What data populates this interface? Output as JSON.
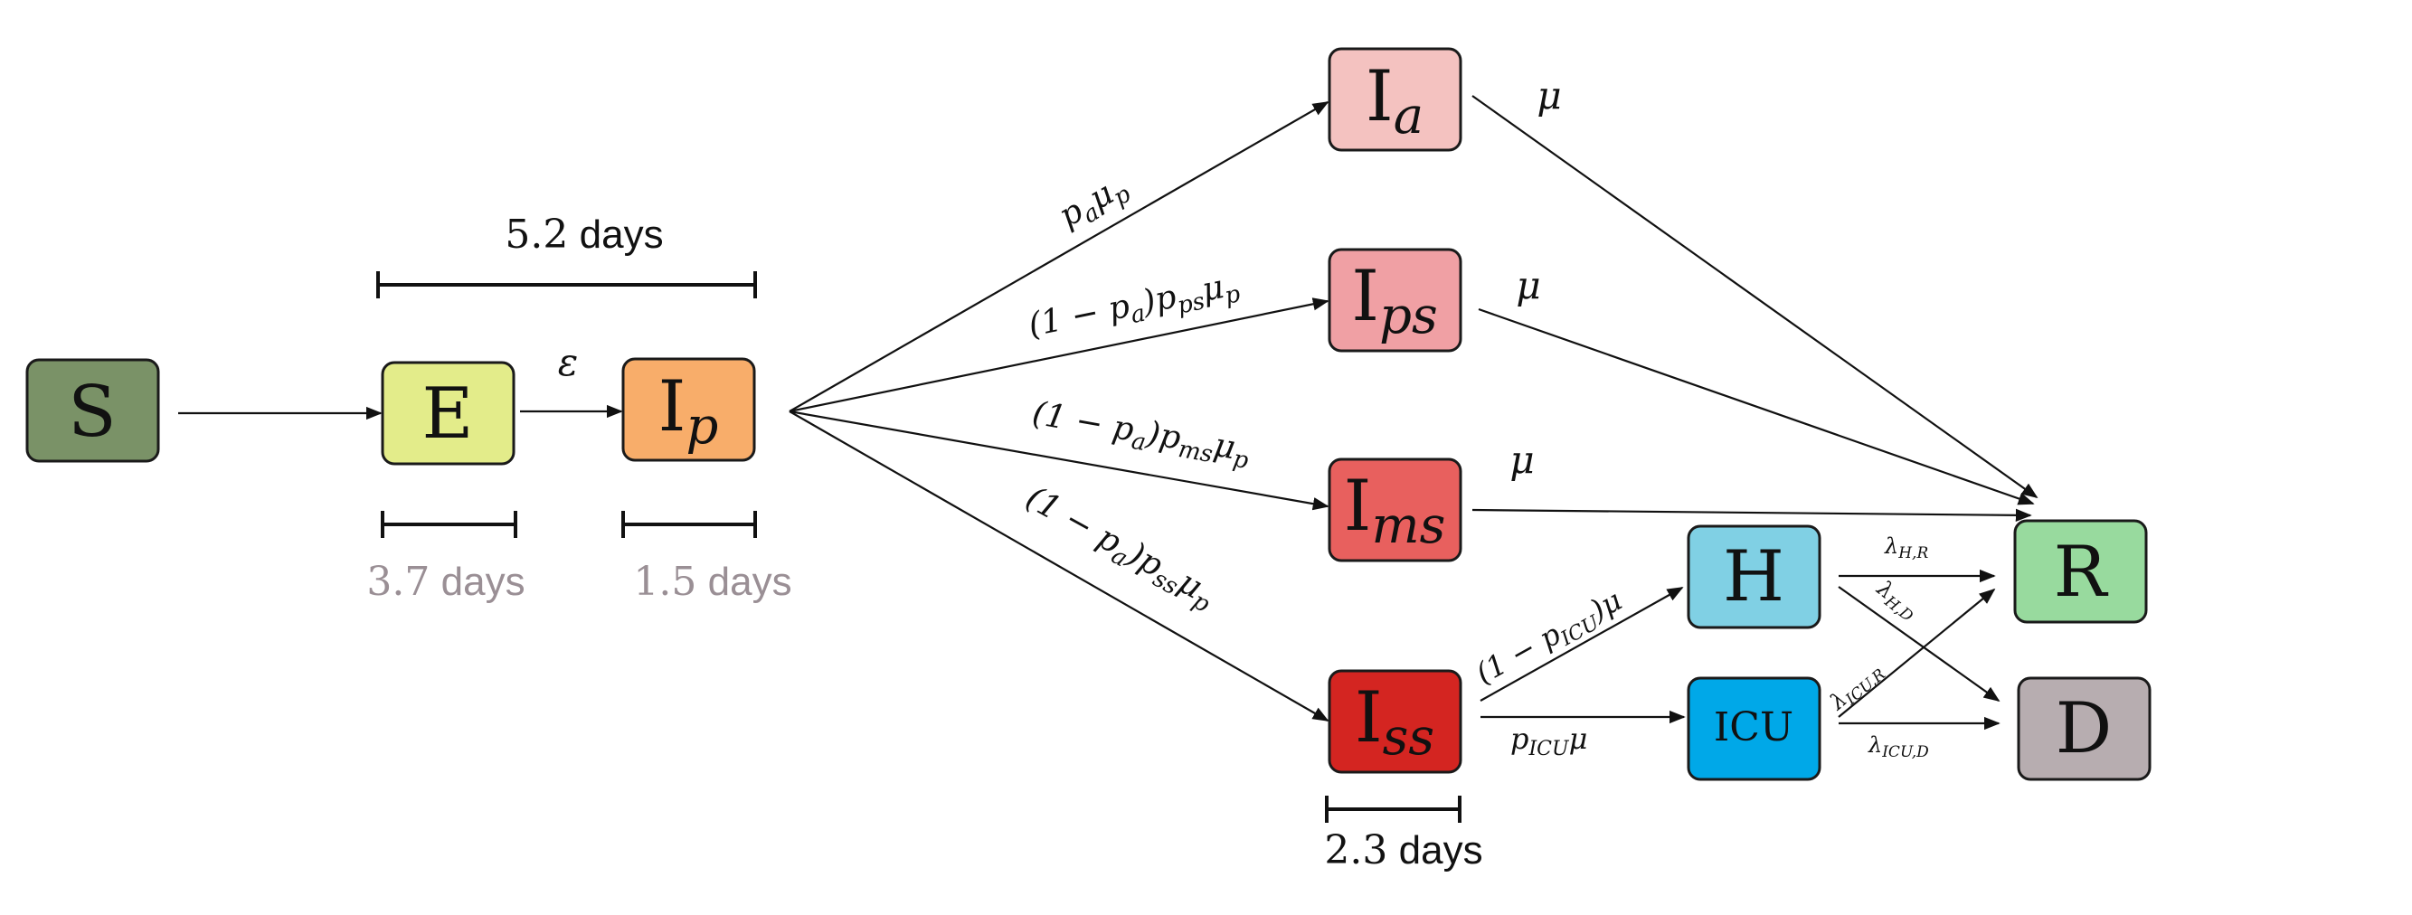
{
  "nodes": {
    "S": {
      "main": "S",
      "sub": "",
      "color": "#7a9267"
    },
    "E": {
      "main": "E",
      "sub": "",
      "color": "#e3ec8a"
    },
    "Ip": {
      "main": "I",
      "sub": "p",
      "color": "#f8ad6a"
    },
    "Ia": {
      "main": "I",
      "sub": "a",
      "color": "#f4c2c0"
    },
    "Ips": {
      "main": "I",
      "sub": "ps",
      "color": "#f0a0a4"
    },
    "Ims": {
      "main": "I",
      "sub": "ms",
      "color": "#e8605e"
    },
    "Iss": {
      "main": "I",
      "sub": "ss",
      "color": "#d42521"
    },
    "H": {
      "main": "H",
      "sub": "",
      "color": "#80d0e4"
    },
    "ICU": {
      "main": "ICU",
      "sub": "",
      "color": "#00a8e8"
    },
    "R": {
      "main": "R",
      "sub": "",
      "color": "#98da9e"
    },
    "D": {
      "main": "D",
      "sub": "",
      "color": "#b7adb0"
    }
  },
  "edge_labels": {
    "epsilon": "ε",
    "pa_mup": {
      "a": "p",
      "a_sub": "a",
      "b": "μ",
      "b_sub": "p"
    },
    "ps": {
      "pre": "(1 − p",
      "pre_sub": "a",
      "mid": ")p",
      "mid_sub": "ps",
      "end": "μ",
      "end_sub": "p"
    },
    "ms": {
      "pre": "(1 − p",
      "pre_sub": "a",
      "mid": ")p",
      "mid_sub": "ms",
      "end": "μ",
      "end_sub": "p"
    },
    "ss": {
      "pre": "(1 − p",
      "pre_sub": "a",
      "mid": ")p",
      "mid_sub": "ss",
      "end": "μ",
      "end_sub": "p"
    },
    "mu_a": "μ",
    "mu_ps": "μ",
    "mu_ms": "μ",
    "to_H": {
      "pre": "(1 − p",
      "sub": "ICU",
      "post": ")μ"
    },
    "to_ICU": {
      "pre": "p",
      "sub": "ICU",
      "post": "μ"
    },
    "lam_HR": {
      "main": "λ",
      "sub": "H,R"
    },
    "lam_HD": {
      "main": "λ",
      "sub": "H,D"
    },
    "lam_ICUR": {
      "main": "λ",
      "sub": "ICU,R"
    },
    "lam_ICUD": {
      "main": "λ",
      "sub": "ICU,D"
    }
  },
  "durations": {
    "incubation": {
      "num": "5.2",
      "unit": " days",
      "color": "#111111"
    },
    "E": {
      "num": "3.7",
      "unit": " days",
      "color": "#9a8f95"
    },
    "Ip": {
      "num": "1.5",
      "unit": " days",
      "color": "#9a8f95"
    },
    "Iss": {
      "num": "2.3",
      "unit": " days",
      "color": "#111111"
    }
  }
}
